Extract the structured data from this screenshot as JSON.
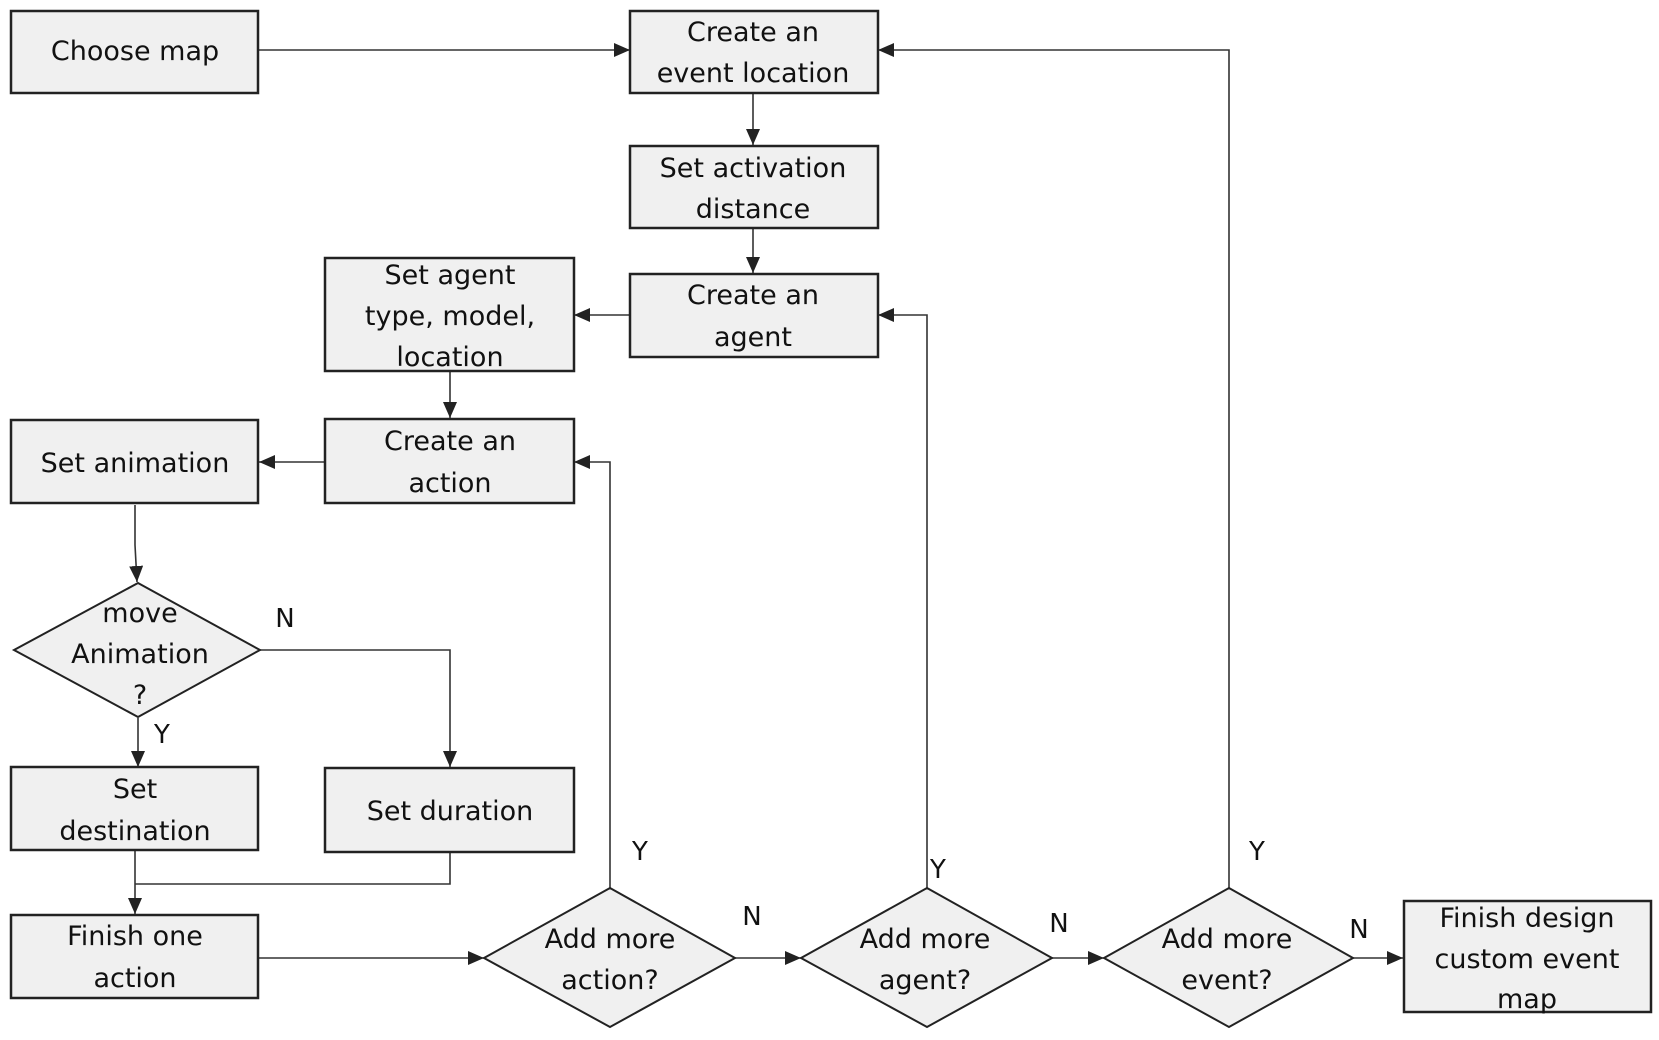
{
  "nodes": {
    "choose_map": {
      "lines": [
        "Choose map"
      ]
    },
    "create_event_location": {
      "lines": [
        "Create an",
        "event location"
      ]
    },
    "set_activation_distance": {
      "lines": [
        "Set activation",
        "distance"
      ]
    },
    "create_agent": {
      "lines": [
        "Create an",
        "agent"
      ]
    },
    "set_agent_type": {
      "lines": [
        "Set agent",
        "type, model,",
        "location"
      ]
    },
    "create_action": {
      "lines": [
        "Create an",
        "action"
      ]
    },
    "set_animation": {
      "lines": [
        "Set animation"
      ]
    },
    "move_animation": {
      "lines": [
        "move",
        "Animation",
        "?"
      ]
    },
    "set_destination": {
      "lines": [
        "Set",
        "destination"
      ]
    },
    "set_duration": {
      "lines": [
        "Set duration"
      ]
    },
    "finish_one_action": {
      "lines": [
        "Finish one",
        "action"
      ]
    },
    "add_more_action": {
      "lines": [
        "Add more",
        "action?"
      ]
    },
    "add_more_agent": {
      "lines": [
        "Add more",
        "agent?"
      ]
    },
    "add_more_event": {
      "lines": [
        "Add more",
        "event?"
      ]
    },
    "finish_design": {
      "lines": [
        "Finish design",
        "custom event",
        "map"
      ]
    }
  },
  "branch_labels": {
    "move_animation_no": "N",
    "move_animation_yes": "Y",
    "add_more_action_yes": "Y",
    "add_more_action_no": "N",
    "add_more_agent_yes": "Y",
    "add_more_agent_no": "N",
    "add_more_event_yes": "Y",
    "add_more_event_no": "N"
  },
  "colors": {
    "node_fill": "#f0f0f0",
    "node_stroke": "#222222",
    "edge": "#333333",
    "text": "#111111"
  }
}
